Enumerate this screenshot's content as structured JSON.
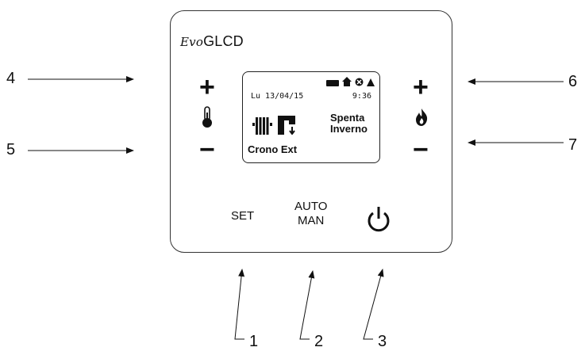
{
  "logo": {
    "evo": "Evo",
    "name": "GLCD"
  },
  "display": {
    "date": "Lu 13/04/15",
    "time": "9:36",
    "state_line1": "Spenta",
    "state_line2": "Inverno",
    "mode": "Crono Ext"
  },
  "buttons": {
    "room_plus": "+",
    "room_minus": "−",
    "water_plus": "+",
    "water_minus": "−",
    "set": "SET",
    "auto": "AUTO",
    "man": "MAN"
  },
  "icons": [
    "thermometer-icon",
    "flame-icon",
    "power-icon",
    "radiator-icon",
    "tap-icon",
    "battery-icon",
    "house-icon",
    "fault-icon",
    "warning-icon"
  ],
  "callouts": [
    "1",
    "2",
    "3",
    "4",
    "5",
    "6",
    "7"
  ]
}
